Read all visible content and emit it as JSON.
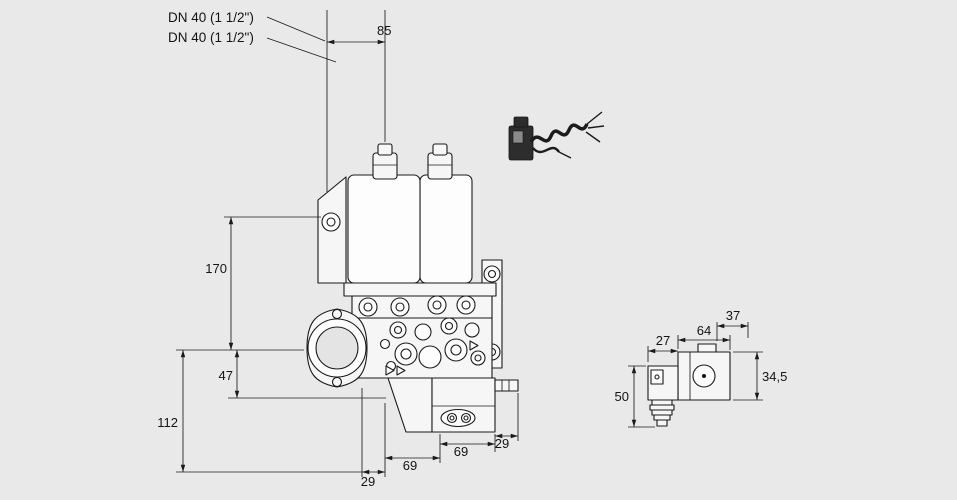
{
  "page": {
    "background": "#e9e9e9",
    "line_color": "#1a1a1a"
  },
  "drawing": {
    "pipe_size_labels": [
      "DN 40 (1 1/2\")",
      "DN 40 (1 1/2\")"
    ],
    "front_view_dimensions": {
      "top_width": "85",
      "upper_height": "170",
      "mid_height": "47",
      "lower_height": "112",
      "bottom_chain": [
        "29",
        "69",
        "69",
        "29"
      ]
    },
    "side_view_dimensions": {
      "connector_width": "27",
      "body_width": "64",
      "top_depth": "37",
      "body_height": "34,5",
      "connector_height": "50"
    }
  }
}
